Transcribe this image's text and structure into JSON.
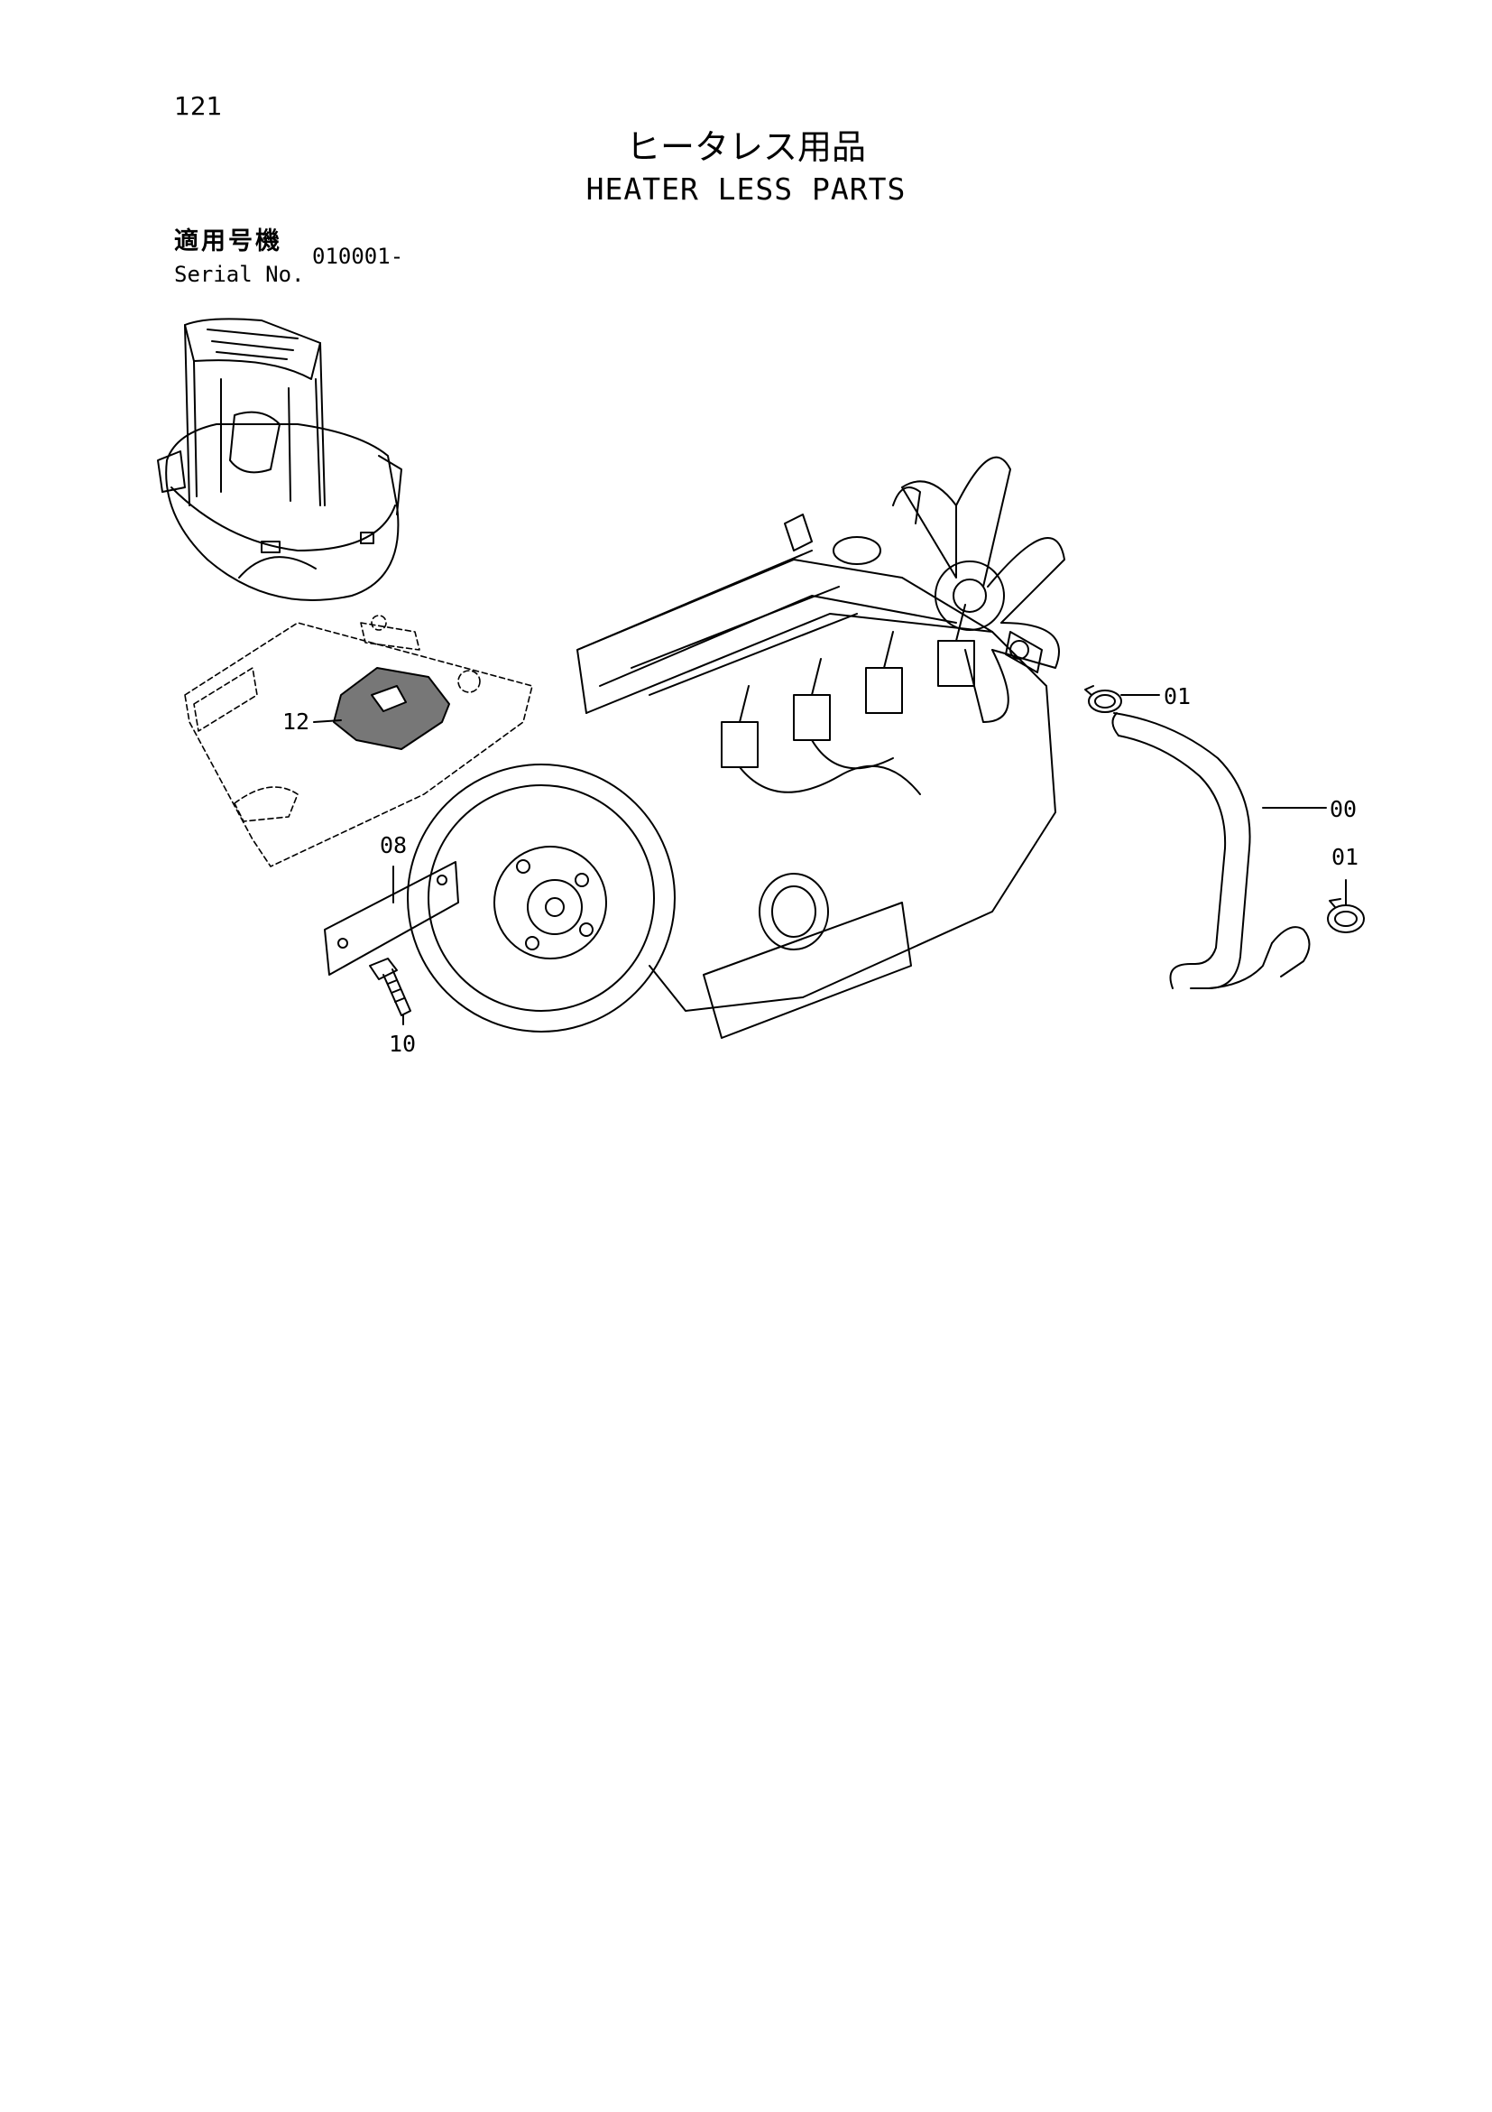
{
  "page": {
    "number": "121"
  },
  "title": {
    "jp": "ヒータレス用品",
    "en": "HEATER LESS PARTS"
  },
  "serial": {
    "label_jp": "適用号機",
    "label_en": "Serial No.",
    "value": "010001-"
  },
  "callouts": {
    "c12": "12",
    "c08": "08",
    "c10": "10",
    "c01a": "01",
    "c00": "00",
    "c01b": "01"
  }
}
